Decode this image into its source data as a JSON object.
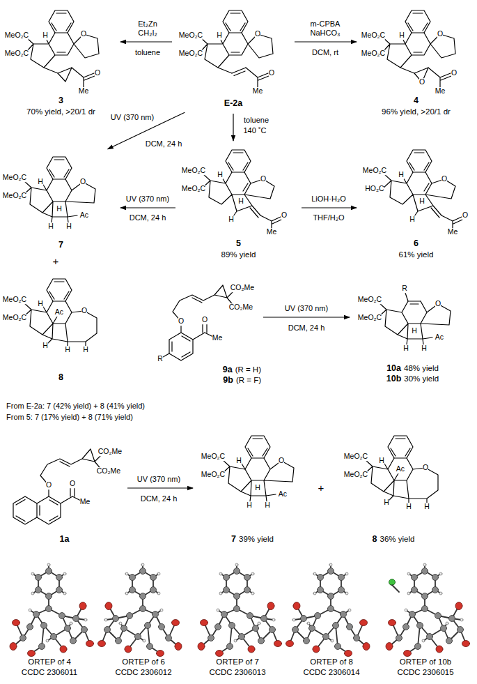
{
  "diagram": {
    "nodes": [
      {
        "text": [
          "3",
          "70% yield, >20/1 dr"
        ]
      },
      {
        "text": [
          "E-2a"
        ]
      },
      {
        "text": [
          "4",
          "96% yield, >20/1 dr"
        ]
      },
      {
        "text": [
          "5",
          "89% yield"
        ]
      },
      {
        "text": [
          "6",
          "61% yield"
        ]
      },
      {
        "text": [
          "7"
        ]
      },
      {
        "text": [
          "8"
        ]
      },
      {
        "text": [
          "9a",
          "(R = H)",
          "9b",
          "(R = F)"
        ]
      },
      {
        "text": [
          "10a",
          "48% yield",
          "10b",
          "30% yield"
        ]
      },
      {
        "text": [
          "1a"
        ]
      },
      {
        "text": [
          "7",
          "39% yield"
        ]
      },
      {
        "text": [
          "8",
          "36% yield"
        ]
      },
      {
        "text": [
          "ORTEP of 4",
          "CCDC 2306011"
        ]
      },
      {
        "text": [
          "ORTEP of 6",
          "CCDC 2306012"
        ]
      },
      {
        "text": [
          "ORTEP of 7",
          "CCDC 2306013"
        ]
      },
      {
        "text": [
          "ORTEP of 8",
          "CCDC 2306014"
        ]
      },
      {
        "text": [
          "ORTEP of 10b",
          "CCDC 2306015"
        ]
      }
    ],
    "edges": [
      {
        "from": 1,
        "to": 0,
        "arrow": "to"
      },
      {
        "from": 1,
        "to": 2,
        "arrow": "to"
      },
      {
        "from": 1,
        "to": 3,
        "arrow": "to"
      },
      {
        "from": 1,
        "to": 5,
        "arrow": "to"
      },
      {
        "from": 3,
        "to": 4,
        "arrow": "to"
      },
      {
        "from": 3,
        "to": 5,
        "arrow": "to"
      },
      {
        "from": 7,
        "to": 8,
        "arrow": "to"
      },
      {
        "from": 9,
        "to": 10,
        "arrow": "to"
      }
    ],
    "labels": [
      "Et₂Zn",
      "CH₂I₂",
      "toluene",
      "m-CPBA",
      "NaHCO₃",
      "DCM, rt",
      "UV (370 nm)",
      "DCM, 24 h",
      "toluene",
      "140 ˚C",
      "LiOH·H₂O",
      "THF/H₂O",
      "UV (370 nm)",
      "DCM, 24 h",
      "+",
      "From E-2a: 7 (42% yield) + 8 (41% yield)",
      "From 5: 7 (17% yield) + 8 (71% yield)",
      "UV (370 nm)",
      "DCM, 24 h",
      "UV (370 nm)",
      "DCM, 24 h",
      "+",
      "H",
      "O",
      "MeO₂C",
      "MeO₂C",
      "O",
      "Me",
      "H",
      "O",
      "MeO₂C",
      "MeO₂C",
      "O",
      "Me",
      "H",
      "O",
      "MeO₂C",
      "MeO₂C",
      "O",
      "Me",
      "O",
      "MeO₂C",
      "MeO₂C",
      "H",
      "O",
      "H",
      "H",
      "O",
      "Me",
      "MeO₂C",
      "HO₂C",
      "H",
      "O",
      "H",
      "H",
      "O",
      "Me",
      "MeO₂C",
      "MeO₂C",
      "H",
      "O",
      "H",
      "H",
      "Ac",
      "H",
      "MeO₂C",
      "MeO₂C",
      "H",
      "Ac",
      "O",
      "H",
      "H",
      "H",
      "CO₂Me",
      "CO₂Me",
      "O",
      "O",
      "Me",
      "R",
      "R",
      "O",
      "MeO₂C",
      "MeO₂C",
      "H",
      "H",
      "Ac",
      "H",
      "CO₂Me",
      "CO₂Me",
      "O",
      "O",
      "Me",
      "MeO₂C",
      "MeO₂C",
      "H",
      "O",
      "H",
      "H",
      "Ac",
      "H",
      "MeO₂C",
      "MeO₂C",
      "H",
      "Ac",
      "O",
      "H",
      "H",
      "H"
    ]
  }
}
